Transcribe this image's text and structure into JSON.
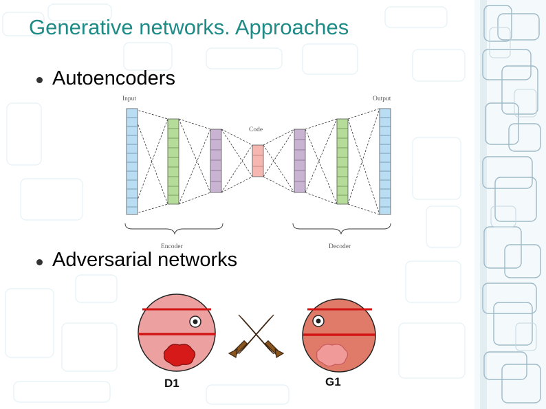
{
  "slide": {
    "title": "Generative networks. Approaches",
    "bullets": [
      {
        "text": "Autoencoders"
      },
      {
        "text": "Adversarial networks"
      }
    ]
  },
  "autoencoder_figure": {
    "input_label": "Input",
    "output_label": "Output",
    "code_label": "Code",
    "encoder_label": "Encoder",
    "decoder_label": "Decoder",
    "layer_colors": {
      "input": "#b9ddf2",
      "hidden_green": "#b6dc9a",
      "hidden_purple": "#c9b3d3",
      "code": "#f6b7b0"
    }
  },
  "adversarial_figure": {
    "left_player": "D1",
    "right_player": "G1",
    "colors": {
      "left_face": "#eca0a0",
      "right_face": "#e07b6a",
      "stripe": "#d11414",
      "blob_dark": "#d61a1a",
      "blob_light": "#f19a9a",
      "sword": "#9b6428"
    },
    "icons": [
      "crossed-swords-icon"
    ]
  },
  "theme": {
    "title_color": "#1f8b86",
    "background_pattern": "light teal rounded-rectangle lines"
  }
}
